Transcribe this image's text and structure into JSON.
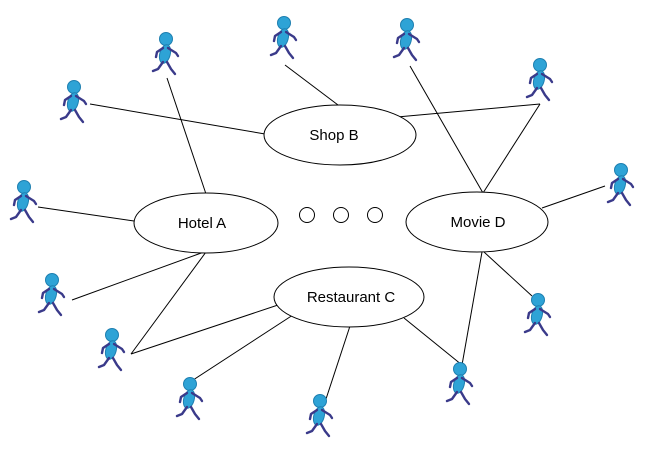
{
  "diagram": {
    "nodes": {
      "hotel": {
        "label": "Hotel A"
      },
      "shop": {
        "label": "Shop B"
      },
      "restaurant": {
        "label": "Restaurant C"
      },
      "movie": {
        "label": "Movie D"
      }
    },
    "person_icon": "walking-person-icon",
    "ellipsis_icon": "three-circles-icon",
    "colors": {
      "person_body": "#2EA3D6",
      "person_body_dark": "#1E7FB0",
      "person_limbs": "#3A3A8A",
      "line": "#000000",
      "ellipse_fill": "#ffffff"
    }
  }
}
